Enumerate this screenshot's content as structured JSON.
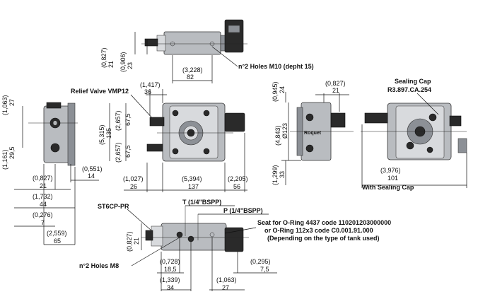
{
  "annotations": {
    "holes_m10": "n°2 Holes M10 (depht 15)",
    "relief_valve": "Relief Valve VMP12",
    "sealing_cap": "Sealing Cap",
    "sealing_cap_code": "R3.897.CA.254",
    "with_sealing_cap": "With Sealing Cap",
    "st6cp": "ST6CP-PR",
    "port_t": "T (1/4\"BSPP)",
    "port_p": "P (1/4\"BSPP)",
    "seat_line1": "Seat for O-Ring 4437 code 110201203000000",
    "seat_line2": "or O-Ring 112x3 code C0.001.91.000",
    "seat_line3": "(Depending on the type of tank used)",
    "holes_m8": "n°2 Holes M8",
    "brand": "Roquet"
  },
  "top_view": {
    "d1_in": "(0,827)",
    "d1_mm": "21",
    "d2_in": "(0,906)",
    "d2_mm": "23",
    "d3_in": "(3,228)",
    "d3_mm": "82"
  },
  "left_view": {
    "h1_in": "(1,063)",
    "h1_mm": "27",
    "h2_in": "(1,161)",
    "h2_mm": "29,5",
    "w1_in": "(0,551)",
    "w1_mm": "14",
    "w2_in": "(0,827)",
    "w2_mm": "21",
    "w3_in": "(1,732)",
    "w3_mm": "44",
    "w4_in": "(0,276)",
    "w4_mm": "7",
    "w5_in": "(2,559)",
    "w5_mm": "65"
  },
  "front_view": {
    "top_in": "(1,417)",
    "top_mm": "36",
    "h_total_in": "(5,315)",
    "h_total_mm": "135",
    "h_up_in": "(2,657)",
    "h_up_mm": "67,5",
    "h_lo_in": "(2,657)",
    "h_lo_mm": "67,5",
    "w_left_in": "(1,027)",
    "w_left_mm": "26",
    "w_mid_in": "(5,394)",
    "w_mid_mm": "137",
    "w_right_in": "(2,205)",
    "w_right_mm": "56"
  },
  "side_view": {
    "top_in": "(0,827)",
    "top_mm": "21",
    "h1_in": "(0,945)",
    "h1_mm": "24",
    "dia_in": "(4,843)",
    "dia_mm": "Ø123",
    "h2_in": "(1,299)",
    "h2_mm": "33"
  },
  "rear_view": {
    "w_in": "(3,976)",
    "w_mm": "101"
  },
  "bottom_view": {
    "h_in": "(0,827)",
    "h_mm": "21",
    "a_in": "(0,728)",
    "a_mm": "18,5",
    "b_in": "(1,339)",
    "b_mm": "34",
    "c_in": "(1,063)",
    "c_mm": "27",
    "d_in": "(0,295)",
    "d_mm": "7,5"
  }
}
